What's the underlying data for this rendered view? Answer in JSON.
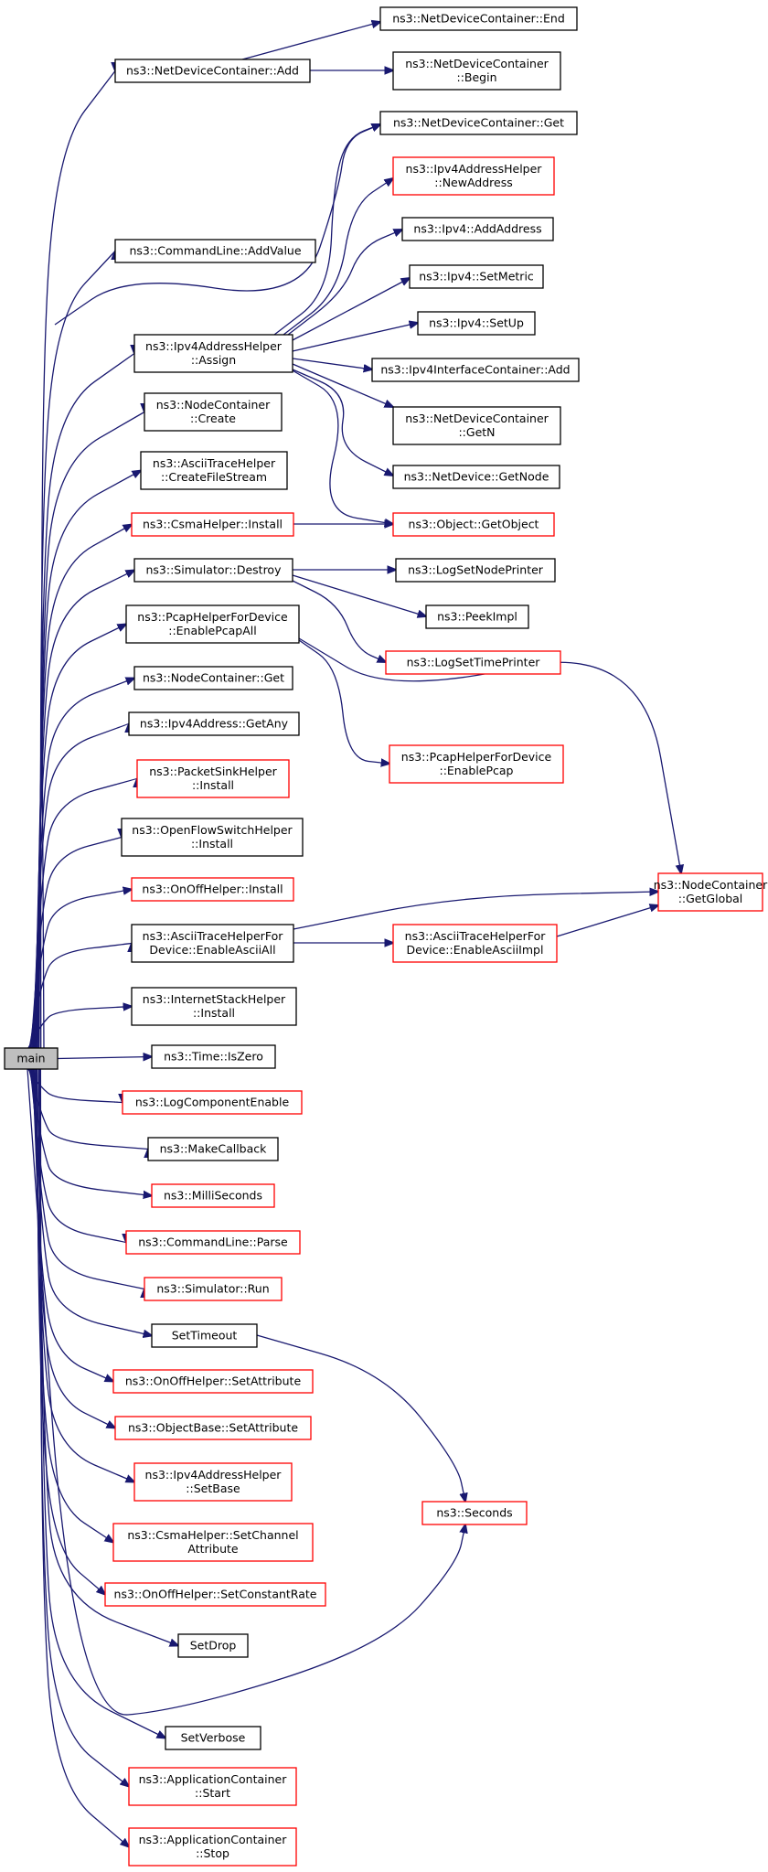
{
  "colors": {
    "edge": "#191970",
    "node_border_default": "#000000",
    "node_border_undocumented": "#ff0000",
    "root_fill": "#bfbfbf",
    "node_fill": "#ffffff"
  },
  "nodes": [
    {
      "id": "main",
      "lines": [
        "main"
      ],
      "red": false,
      "root": true
    },
    {
      "id": "ndc_add",
      "lines": [
        "ns3::NetDeviceContainer::Add"
      ],
      "red": false
    },
    {
      "id": "ndc_end",
      "lines": [
        "ns3::NetDeviceContainer::End"
      ],
      "red": false
    },
    {
      "id": "ndc_begin",
      "lines": [
        "ns3::NetDeviceContainer",
        "::Begin"
      ],
      "red": false
    },
    {
      "id": "ndc_get",
      "lines": [
        "ns3::NetDeviceContainer::Get"
      ],
      "red": false
    },
    {
      "id": "ip4h_new",
      "lines": [
        "ns3::Ipv4AddressHelper",
        "::NewAddress"
      ],
      "red": true
    },
    {
      "id": "ip4_addaddr",
      "lines": [
        "ns3::Ipv4::AddAddress"
      ],
      "red": false
    },
    {
      "id": "cl_addvalue",
      "lines": [
        "ns3::CommandLine::AddValue"
      ],
      "red": false
    },
    {
      "id": "ip4_setmetric",
      "lines": [
        "ns3::Ipv4::SetMetric"
      ],
      "red": false
    },
    {
      "id": "ip4_setup",
      "lines": [
        "ns3::Ipv4::SetUp"
      ],
      "red": false
    },
    {
      "id": "ip4h_assign",
      "lines": [
        "ns3::Ipv4AddressHelper",
        "::Assign"
      ],
      "red": false
    },
    {
      "id": "ip4ic_add",
      "lines": [
        "ns3::Ipv4InterfaceContainer::Add"
      ],
      "red": false
    },
    {
      "id": "nc_create",
      "lines": [
        "ns3::NodeContainer",
        "::Create"
      ],
      "red": false
    },
    {
      "id": "ndc_getn",
      "lines": [
        "ns3::NetDeviceContainer",
        "::GetN"
      ],
      "red": false
    },
    {
      "id": "ath_cfs",
      "lines": [
        "ns3::AsciiTraceHelper",
        "::CreateFileStream"
      ],
      "red": false
    },
    {
      "id": "nd_getnode",
      "lines": [
        "ns3::NetDevice::GetNode"
      ],
      "red": false
    },
    {
      "id": "csma_install",
      "lines": [
        "ns3::CsmaHelper::Install"
      ],
      "red": true
    },
    {
      "id": "obj_getobject",
      "lines": [
        "ns3::Object::GetObject"
      ],
      "red": true
    },
    {
      "id": "sim_destroy",
      "lines": [
        "ns3::Simulator::Destroy"
      ],
      "red": false
    },
    {
      "id": "logsetnode",
      "lines": [
        "ns3::LogSetNodePrinter"
      ],
      "red": false
    },
    {
      "id": "peekimpl",
      "lines": [
        "ns3::PeekImpl"
      ],
      "red": false
    },
    {
      "id": "phfd_all",
      "lines": [
        "ns3::PcapHelperForDevice",
        "::EnablePcapAll"
      ],
      "red": false
    },
    {
      "id": "logsettime",
      "lines": [
        "ns3::LogSetTimePrinter"
      ],
      "red": true
    },
    {
      "id": "nc_get",
      "lines": [
        "ns3::NodeContainer::Get"
      ],
      "red": false
    },
    {
      "id": "ip4a_getany",
      "lines": [
        "ns3::Ipv4Address::GetAny"
      ],
      "red": false
    },
    {
      "id": "phfd_pcap",
      "lines": [
        "ns3::PcapHelperForDevice",
        "::EnablePcap"
      ],
      "red": true
    },
    {
      "id": "psh_install",
      "lines": [
        "ns3::PacketSinkHelper",
        "::Install"
      ],
      "red": true
    },
    {
      "id": "ofsh_install",
      "lines": [
        "ns3::OpenFlowSwitchHelper",
        "::Install"
      ],
      "red": false
    },
    {
      "id": "ooh_install",
      "lines": [
        "ns3::OnOffHelper::Install"
      ],
      "red": true
    },
    {
      "id": "nc_getglobal",
      "lines": [
        "ns3::NodeContainer",
        "::GetGlobal"
      ],
      "red": true
    },
    {
      "id": "athfd_all",
      "lines": [
        "ns3::AsciiTraceHelperFor",
        "Device::EnableAsciiAll"
      ],
      "red": false
    },
    {
      "id": "athfd_impl",
      "lines": [
        "ns3::AsciiTraceHelperFor",
        "Device::EnableAsciiImpl"
      ],
      "red": true
    },
    {
      "id": "ish_install",
      "lines": [
        "ns3::InternetStackHelper",
        "::Install"
      ],
      "red": false
    },
    {
      "id": "time_iszero",
      "lines": [
        "ns3::Time::IsZero"
      ],
      "red": false
    },
    {
      "id": "logcompenable",
      "lines": [
        "ns3::LogComponentEnable"
      ],
      "red": true
    },
    {
      "id": "makecallback",
      "lines": [
        "ns3::MakeCallback"
      ],
      "red": false
    },
    {
      "id": "milliseconds",
      "lines": [
        "ns3::MilliSeconds"
      ],
      "red": true
    },
    {
      "id": "cl_parse",
      "lines": [
        "ns3::CommandLine::Parse"
      ],
      "red": true
    },
    {
      "id": "sim_run",
      "lines": [
        "ns3::Simulator::Run"
      ],
      "red": true
    },
    {
      "id": "settimeout",
      "lines": [
        "SetTimeout"
      ],
      "red": false
    },
    {
      "id": "ooh_setattr",
      "lines": [
        "ns3::OnOffHelper::SetAttribute"
      ],
      "red": true
    },
    {
      "id": "ob_setattr",
      "lines": [
        "ns3::ObjectBase::SetAttribute"
      ],
      "red": true
    },
    {
      "id": "ip4h_setbase",
      "lines": [
        "ns3::Ipv4AddressHelper",
        "::SetBase"
      ],
      "red": true
    },
    {
      "id": "seconds",
      "lines": [
        "ns3::Seconds"
      ],
      "red": true
    },
    {
      "id": "csma_setchan",
      "lines": [
        "ns3::CsmaHelper::SetChannel",
        "Attribute"
      ],
      "red": true
    },
    {
      "id": "ooh_setrate",
      "lines": [
        "ns3::OnOffHelper::SetConstantRate"
      ],
      "red": true
    },
    {
      "id": "setdrop",
      "lines": [
        "SetDrop"
      ],
      "red": false
    },
    {
      "id": "setverbose",
      "lines": [
        "SetVerbose"
      ],
      "red": false
    },
    {
      "id": "ac_start",
      "lines": [
        "ns3::ApplicationContainer",
        "::Start"
      ],
      "red": true
    },
    {
      "id": "ac_stop",
      "lines": [
        "ns3::ApplicationContainer",
        "::Stop"
      ],
      "red": true
    }
  ]
}
